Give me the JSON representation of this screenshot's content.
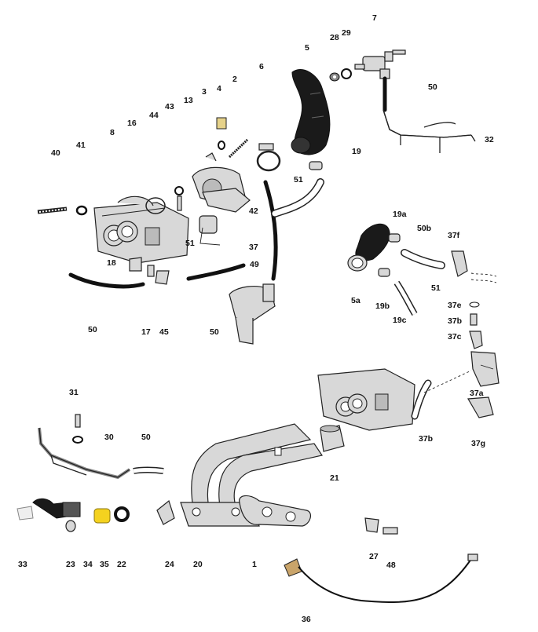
{
  "labels": {
    "l1": "1",
    "l2": "2",
    "l3": "3",
    "l4": "4",
    "l5": "5",
    "l5a": "5a",
    "l6": "6",
    "l7": "7",
    "l8": "8",
    "l13": "13",
    "l16": "16",
    "l17": "17",
    "l18": "18",
    "l19": "19",
    "l19a": "19a",
    "l19b": "19b",
    "l19c": "19c",
    "l20": "20",
    "l21": "21",
    "l22": "22",
    "l23": "23",
    "l24": "24",
    "l27": "27",
    "l28": "28",
    "l29": "29",
    "l30": "30",
    "l31": "31",
    "l32": "32",
    "l33": "33",
    "l34": "34",
    "l35": "35",
    "l36": "36",
    "l37": "37",
    "l37a": "37a",
    "l37b": "37b",
    "l37b2": "37b",
    "l37c": "37c",
    "l37e": "37e",
    "l37f": "37f",
    "l37g": "37g",
    "l40": "40",
    "l41": "41",
    "l42": "42",
    "l43": "43",
    "l44": "44",
    "l45": "45",
    "l48": "48",
    "l49": "49",
    "l50a": "50",
    "l50b": "50",
    "l50c": "50",
    "l50d": "50",
    "l50e": "50b",
    "l51a": "51",
    "l51b": "51",
    "l51c": "51"
  },
  "colors": {
    "ink": "#111111",
    "hose": "#1a1a1a",
    "metal": "#d8d8d8",
    "yellow_part": "#f4d21f"
  }
}
